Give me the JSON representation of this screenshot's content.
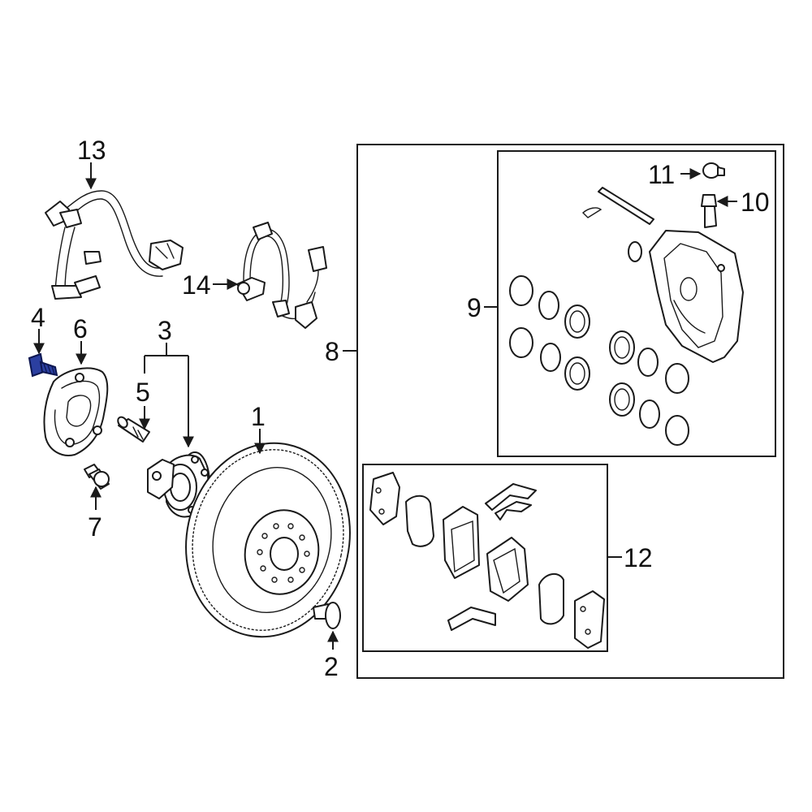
{
  "diagram": {
    "highlight_color": "#2b3fa0",
    "callouts": {
      "c1": "1",
      "c2": "2",
      "c3": "3",
      "c4": "4",
      "c5": "5",
      "c6": "6",
      "c7": "7",
      "c8": "8",
      "c9": "9",
      "c10": "10",
      "c11": "11",
      "c12": "12",
      "c13": "13",
      "c14": "14"
    }
  }
}
